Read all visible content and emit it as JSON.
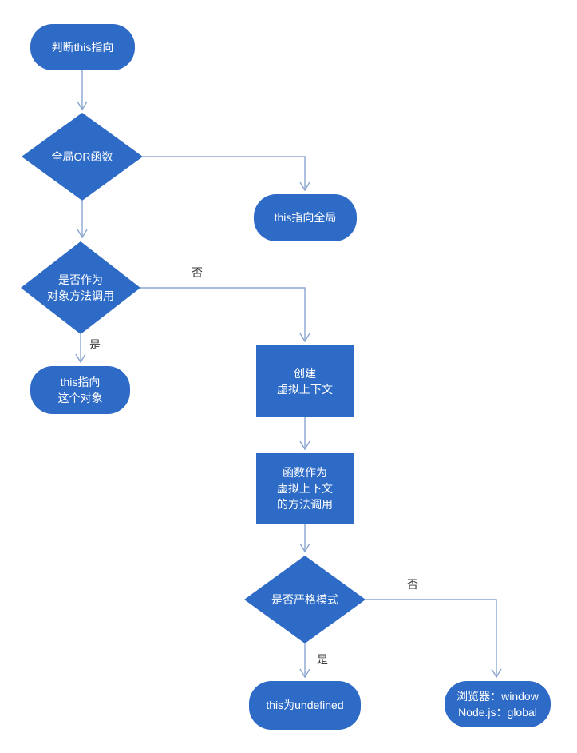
{
  "diagram": {
    "colors": {
      "node_fill": "#2e6bc6",
      "node_text": "#ffffff",
      "edge": "#8aa5cf",
      "edge_label": "#3a3a3a",
      "background": "#ffffff"
    },
    "nodes": {
      "start": {
        "shape": "stadium",
        "label": "判断this指向"
      },
      "decision_global_or_fn": {
        "shape": "diamond",
        "label": "全局OR函数"
      },
      "this_points_global": {
        "shape": "stadium",
        "label": "this指向全局"
      },
      "decision_object_method": {
        "shape": "diamond",
        "label": "是否作为\n对象方法调用"
      },
      "this_points_object": {
        "shape": "stadium",
        "label": "this指向\n这个对象"
      },
      "create_virtual_context": {
        "shape": "process",
        "label": "创建\n虚拟上下文"
      },
      "fn_as_context_method": {
        "shape": "process",
        "label": "函数作为\n虚拟上下文\n的方法调用"
      },
      "decision_strict_mode": {
        "shape": "diamond",
        "label": "是否严格模式"
      },
      "this_is_undefined": {
        "shape": "stadium",
        "label": "this为undefined"
      },
      "environment_globals": {
        "shape": "stadium",
        "label": "浏览器：window\nNode.js：global"
      }
    },
    "edge_labels": {
      "object_method_no": "否",
      "object_method_yes": "是",
      "strict_mode_yes": "是",
      "strict_mode_no": "否"
    }
  }
}
